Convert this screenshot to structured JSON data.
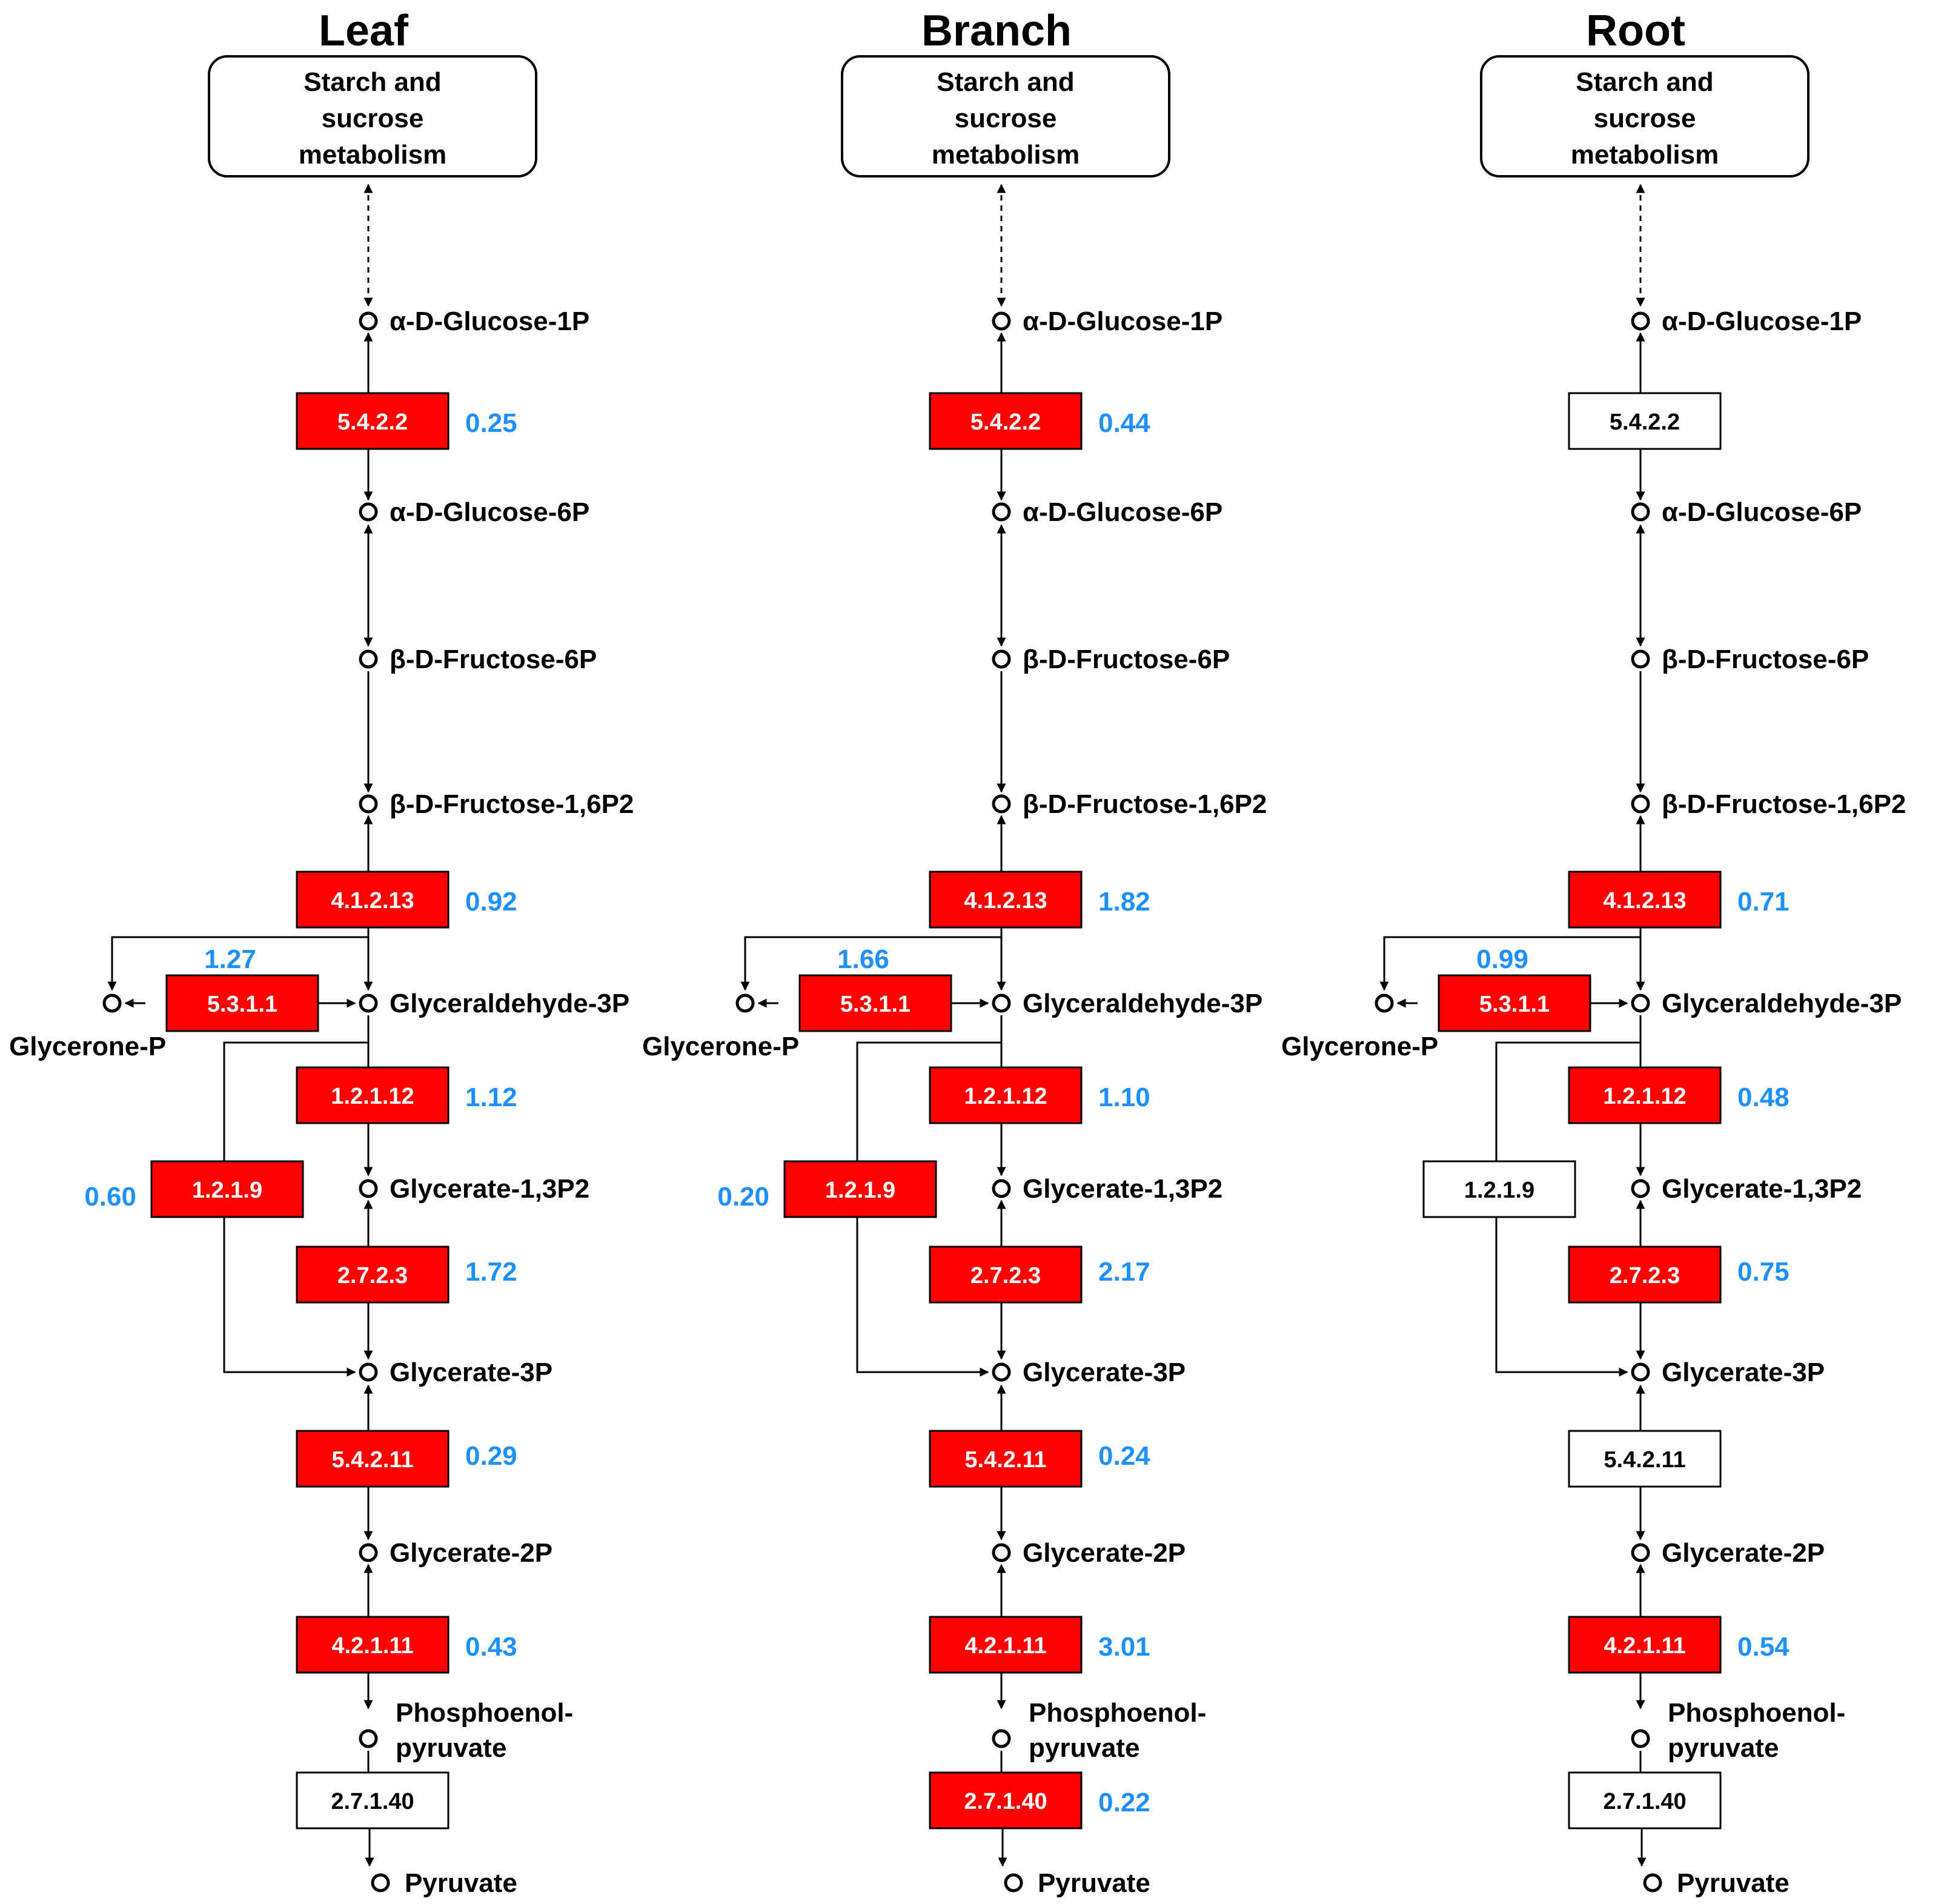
{
  "colors": {
    "enzyme_up_fill": "#ff0000",
    "enzyme_up_text": "#ffffff",
    "enzyme_none_fill": "#ffffff",
    "enzyme_none_text": "#000000",
    "value_text": "#1e90ff",
    "line": "#000000"
  },
  "source_label": [
    "Starch and",
    "sucrose",
    "metabolism"
  ],
  "metabolites": {
    "glc1p": "α-D-Glucose-1P",
    "glc6p": "α-D-Glucose-6P",
    "fru6p": "β-D-Fructose-6P",
    "fbp": "β-D-Fructose-1,6P2",
    "gap": "Glyceraldehyde-3P",
    "dhap": "Glycerone-P",
    "bpg": "Glycerate-1,3P2",
    "pg3": "Glycerate-3P",
    "pg2": "Glycerate-2P",
    "pep": [
      "Phosphoenol-",
      "pyruvate"
    ],
    "pyr": "Pyruvate"
  },
  "enzymes": [
    "5.4.2.2",
    "4.1.2.13",
    "5.3.1.1",
    "1.2.1.12",
    "1.2.1.9",
    "2.7.2.3",
    "5.4.2.11",
    "4.2.1.11",
    "2.7.1.40"
  ],
  "panels": [
    {
      "title": "Leaf",
      "values": {
        "5.4.2.2": "0.25",
        "4.1.2.13": "0.92",
        "5.3.1.1": "1.27",
        "1.2.1.12": "1.12",
        "1.2.1.9": "0.60",
        "2.7.2.3": "1.72",
        "5.4.2.11": "0.29",
        "4.2.1.11": "0.43",
        "2.7.1.40": ""
      },
      "upregulated": {
        "5.4.2.2": true,
        "4.1.2.13": true,
        "5.3.1.1": true,
        "1.2.1.12": true,
        "1.2.1.9": true,
        "2.7.2.3": true,
        "5.4.2.11": true,
        "4.2.1.11": true,
        "2.7.1.40": false
      }
    },
    {
      "title": "Branch",
      "values": {
        "5.4.2.2": "0.44",
        "4.1.2.13": "1.82",
        "5.3.1.1": "1.66",
        "1.2.1.12": "1.10",
        "1.2.1.9": "0.20",
        "2.7.2.3": "2.17",
        "5.4.2.11": "0.24",
        "4.2.1.11": "3.01",
        "2.7.1.40": "0.22"
      },
      "upregulated": {
        "5.4.2.2": true,
        "4.1.2.13": true,
        "5.3.1.1": true,
        "1.2.1.12": true,
        "1.2.1.9": true,
        "2.7.2.3": true,
        "5.4.2.11": true,
        "4.2.1.11": true,
        "2.7.1.40": true
      }
    },
    {
      "title": "Root",
      "values": {
        "5.4.2.2": "",
        "4.1.2.13": "0.71",
        "5.3.1.1": "0.99",
        "1.2.1.12": "0.48",
        "1.2.1.9": "",
        "2.7.2.3": "0.75",
        "5.4.2.11": "",
        "4.2.1.11": "0.54",
        "2.7.1.40": ""
      },
      "upregulated": {
        "5.4.2.2": false,
        "4.1.2.13": true,
        "5.3.1.1": true,
        "1.2.1.12": true,
        "1.2.1.9": false,
        "2.7.2.3": true,
        "5.4.2.11": false,
        "4.2.1.11": true,
        "2.7.1.40": false
      }
    }
  ]
}
